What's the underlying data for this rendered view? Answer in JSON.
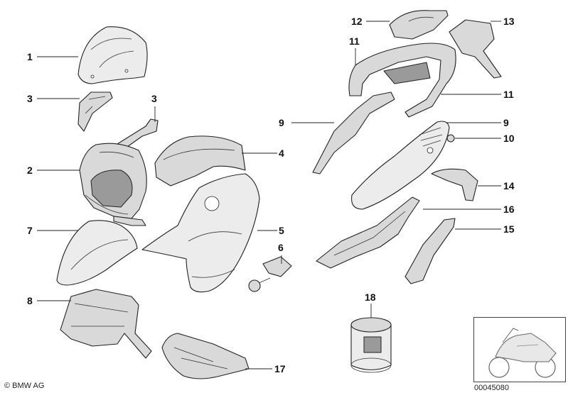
{
  "callouts": {
    "c1": "1",
    "c2": "2",
    "c3a": "3",
    "c3b": "3",
    "c4": "4",
    "c5": "5",
    "c6": "6",
    "c7": "7",
    "c8": "8",
    "c9a": "9",
    "c9b": "9",
    "c10": "10",
    "c11a": "11",
    "c11b": "11",
    "c12": "12",
    "c13": "13",
    "c14": "14",
    "c15": "15",
    "c16": "16",
    "c17": "17",
    "c18": "18"
  },
  "footer": {
    "copyright": "© BMW AG",
    "document_number": "00045080"
  },
  "colors": {
    "part_fill": "#d9d9d9",
    "outline": "#222222",
    "background": "#ffffff"
  }
}
